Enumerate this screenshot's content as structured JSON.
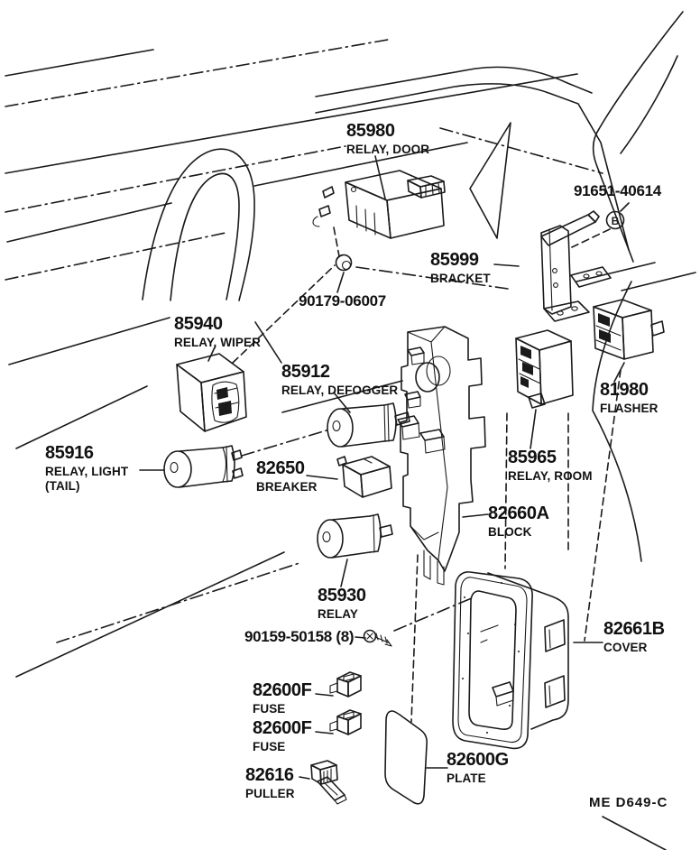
{
  "diagram": {
    "kind": "parts-diagram",
    "subject": "relay / fuse block area"
  },
  "parts": {
    "relay_door": {
      "number": "85980",
      "name": "RELAY, DOOR"
    },
    "bolt": {
      "number": "91651-40614",
      "marker": "B"
    },
    "bracket": {
      "number": "85999",
      "name": "BRACKET"
    },
    "nut": {
      "number": "90179-06007"
    },
    "relay_wiper": {
      "number": "85940",
      "name": "RELAY, WIPER"
    },
    "relay_defogger": {
      "number": "85912",
      "name": "RELAY, DEFOGGER"
    },
    "relay_light": {
      "number": "85916",
      "name": "RELAY, LIGHT",
      "name2": "(TAIL)"
    },
    "breaker": {
      "number": "82650",
      "name": "BREAKER"
    },
    "relay_room": {
      "number": "85965",
      "name": "RELAY, ROOM"
    },
    "flasher": {
      "number": "81980",
      "name": "FLASHER"
    },
    "block": {
      "number": "82660A",
      "name": "BLOCK"
    },
    "relay_85930": {
      "number": "85930",
      "name": "RELAY"
    },
    "screw": {
      "number": "90159-50158 (8)"
    },
    "cover": {
      "number": "82661B",
      "name": "COVER"
    },
    "fuse_upper": {
      "number": "82600F",
      "name": "FUSE"
    },
    "fuse_lower": {
      "number": "82600F",
      "name": "FUSE"
    },
    "puller": {
      "number": "82616",
      "name": "PULLER"
    },
    "plate": {
      "number": "82600G",
      "name": "PLATE"
    }
  },
  "footer": {
    "code": "ME  D649-C"
  },
  "colors": {
    "ink": "#1a1a1a",
    "background": "#ffffff"
  }
}
